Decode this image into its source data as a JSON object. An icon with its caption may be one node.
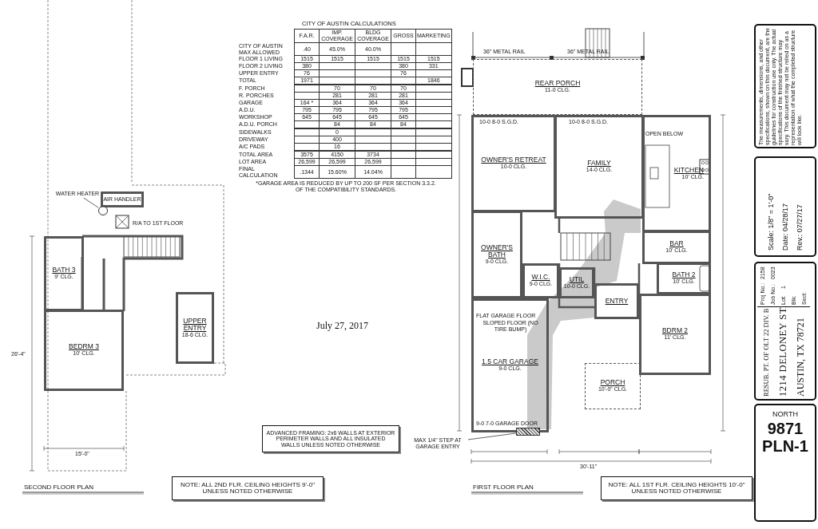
{
  "diagram": {
    "nodes": [
      {
        "text": [
          "AIR HANDLER"
        ]
      },
      {
        "text": [
          "WATER HEATER"
        ]
      },
      {
        "text": [],
        "shape": "circle"
      },
      {
        "text": [
          "BATH 3",
          "9' CLG."
        ]
      },
      {
        "text": [
          "BEDRM 3",
          "10' CLG."
        ]
      },
      {
        "text": [
          "UPPER ENTRY",
          "18-6 CLG."
        ]
      },
      {
        "text": [
          "NOTE: ALL 2ND FLR. CEILING HEIGHTS 9'-0\" UNLESS NOTED OTHERWISE"
        ]
      },
      {
        "text": [
          "ADVANCED FRAMING: 2x6 WALLS AT EXTERIOR PERIMETER WALLS AND ALL INSULATED WALLS UNLESS NOTED OTHERWISE"
        ]
      },
      {
        "text": [
          "REAR PORCH",
          "11-0 CLG."
        ]
      },
      {
        "text": [
          "OWNER'S RETREAT",
          "10-0 CLG."
        ]
      },
      {
        "text": [
          "FAMILY",
          "14-0 CLG."
        ]
      },
      {
        "text": [
          "KITCHEN",
          "10' CLG."
        ]
      },
      {
        "text": [
          "OWNER'S BATH",
          "9-0 CLG."
        ]
      },
      {
        "text": [
          "W.I.C.",
          "9-0 CLG."
        ]
      },
      {
        "text": [
          "UTIL",
          "10-0 CLG."
        ]
      },
      {
        "text": [
          "BAR",
          "10' CLG."
        ]
      },
      {
        "text": [
          "BATH 2",
          "10' CLG."
        ]
      },
      {
        "text": [
          "ENTRY"
        ]
      },
      {
        "text": [
          "BDRM 2",
          "11' CLG."
        ]
      },
      {
        "text": [
          "1.5 CAR GARAGE",
          "9-0 CLG."
        ]
      },
      {
        "text": [
          "PORCH",
          "10'-0\" CLG."
        ]
      },
      {
        "text": [],
        "shape": "box"
      },
      {
        "text": [
          "MAX 1/4\" STEP AT GARAGE ENTRY"
        ]
      },
      {
        "text": [
          "NOTE: ALL 1ST FLR. CEILING HEIGHTS 10'-0\" UNLESS NOTED OTHERWISE"
        ]
      }
    ],
    "edges": [
      {
        "from": 1,
        "to": 2,
        "arrow": "none"
      },
      {
        "from": 22,
        "to": 21,
        "arrow": "none"
      }
    ],
    "labels": [
      "CITY OF AUSTIN CALCULATIONS",
      "F.A.R.",
      "IMP. COVERAGE",
      "BLDG COVERAGE",
      "GROSS",
      "MARKETING",
      "CITY OF AUSTIN MAX ALLOWED",
      ".40",
      "45.0%",
      "40.0%",
      "FLOOR 1 LIVING",
      "1515",
      "1515",
      "1515",
      "1515",
      "1515",
      "FLOOR 2 LIVING",
      "380",
      "380",
      "331",
      "UPPER ENTRY",
      "76",
      "76",
      "TOTAL",
      "1971",
      "1846",
      "F. PORCH",
      "70",
      "70",
      "70",
      "R. PORCHES",
      "281",
      "281",
      "281",
      "GARAGE",
      "164 *",
      "364",
      "364",
      "364",
      "A.D.U.",
      "795",
      "795",
      "795",
      "795",
      "WORKSHOP",
      "645",
      "645",
      "645",
      "645",
      "A.D.U. PORCH",
      "84",
      "84",
      "84",
      "SIDEWALKS",
      "0",
      "DRIVEWAY",
      "400",
      "A/C PADS",
      "16",
      "TOTAL AREA",
      "3575",
      "4150",
      "3734",
      "LOT AREA",
      "26,599",
      "26,599",
      "26,599",
      "FINAL CALCULATION",
      ".1344",
      "15.60%",
      "14.04%",
      "*GARAGE AREA IS REDUCED BY UP TO 200 SF PER SECTION 3.3.2. OF THE COMPATIBILITY STANDARDS.",
      "R/A TO 1ST FLOOR",
      "15'-0\"",
      "26'-4\"",
      "July 27, 2017",
      "SECOND FLOOR PLAN",
      "36\" METAL RAIL",
      "36\" METAL RAIL",
      "10-0 8-0 S.G.D.",
      "10-0 8-0 S.G.D.",
      "OPEN BELOW",
      "FLAT GARAGE FLOOR",
      "SLOPED FLOOR (NO TIRE BUMP)",
      "9-0 7-0 GARAGE DOOR",
      "30'-11\"",
      "FIRST FLOOR PLAN",
      "The measurements, dimensions, and other specifications, shown on this document, are the guidelines for construction use only. The actual specifications of the finished structure may vary. This document may not be relied on as a representation of what the completed structure will look like.",
      "Scale: 1/8\" = 1'-0\"",
      "Date: 04/28/17",
      "Rev.: 07/27/17",
      "RESUB. PT. OF OLT 22 DIV. B",
      "1214 DELONEY ST.",
      "AUSTIN, TX 78721",
      "Proj No.:",
      "2158",
      "Job No.:",
      "0023",
      "Lot:",
      "1",
      "Blk:",
      "Sect:",
      "NORTH",
      "9871",
      "PLN-1"
    ]
  }
}
